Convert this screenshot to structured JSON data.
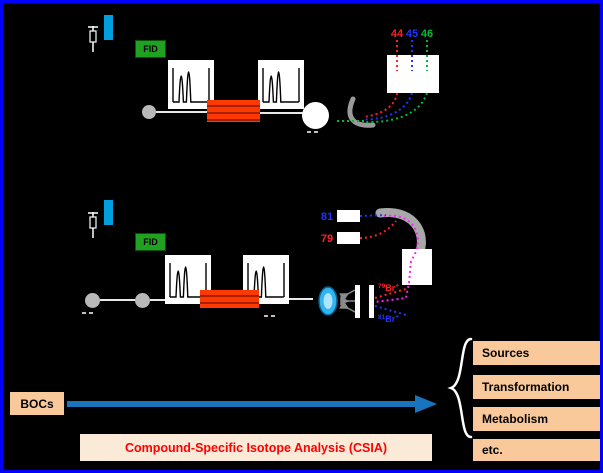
{
  "figure": {
    "background": "#000000",
    "border_color": "#0000ff"
  },
  "colors": {
    "injector_cyan": "#009fdd",
    "fid_green": "#21a121",
    "reactor_red": "#ff3a00",
    "flight_tube_gray": "#a8a8a8",
    "plasma_cyan": "#2fb4ef",
    "magenta_beam": "#ff22ff",
    "peach_box": "#f9c99c",
    "arrow_blue": "#1874bc",
    "caption_red": "#ff0000"
  },
  "top_instrument": {
    "fid_label": "FID",
    "detector_masses": [
      {
        "label": "44",
        "color": "#ff2222"
      },
      {
        "label": "45",
        "color": "#2233ff"
      },
      {
        "label": "46",
        "color": "#00bb33"
      }
    ]
  },
  "middle_instrument": {
    "fid_label": "FID",
    "collector_masses": [
      {
        "label": "81",
        "color": "#2233ff"
      },
      {
        "label": "79",
        "color": "#ff2222"
      }
    ],
    "ion_beams": [
      {
        "mass": "79",
        "species": "Br",
        "charge": "+",
        "color": "#ff2222"
      },
      {
        "mass": "81",
        "species": "Br",
        "charge": "+",
        "color": "#2233ff"
      }
    ]
  },
  "flow": {
    "input_label": "BOCs",
    "outcomes": [
      "Sources",
      "Transformation",
      "Metabolism",
      "etc."
    ],
    "caption": "Compound-Specific Isotope Analysis (CSIA)"
  }
}
